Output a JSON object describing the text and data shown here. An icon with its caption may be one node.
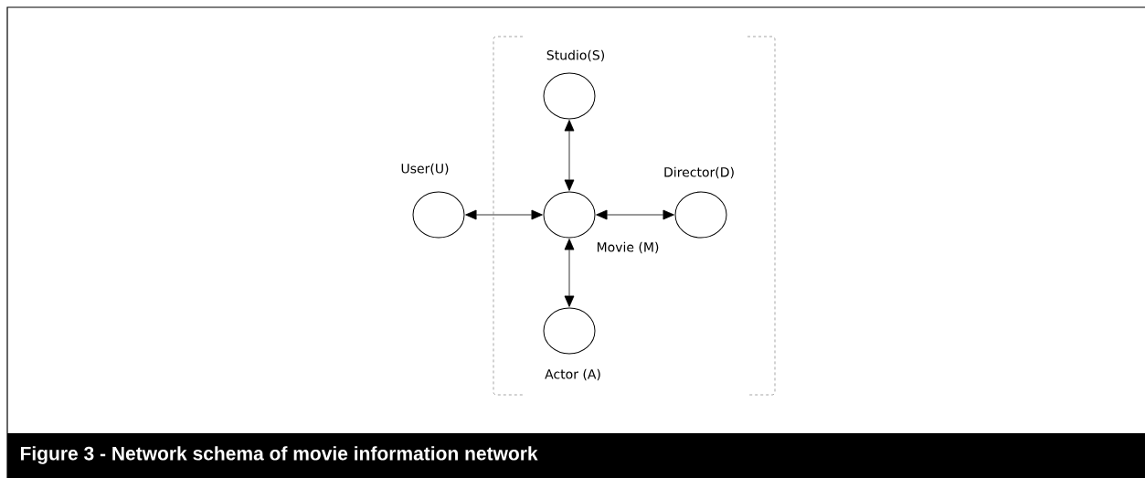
{
  "diagram": {
    "caption": "Figure 3 - Network schema of movie information network",
    "nodes": [
      {
        "text": [
          "Studio(S)"
        ]
      },
      {
        "text": [
          "User(U)"
        ]
      },
      {
        "text": [
          "Movie (M)"
        ]
      },
      {
        "text": [
          "Director(D)"
        ]
      },
      {
        "text": [
          "Actor (A)"
        ]
      }
    ],
    "edges": [
      {
        "from": 0,
        "to": 2,
        "arrow": "both"
      },
      {
        "from": 1,
        "to": 2,
        "arrow": "both"
      },
      {
        "from": 2,
        "to": 3,
        "arrow": "both"
      },
      {
        "from": 2,
        "to": 4,
        "arrow": "both"
      }
    ]
  }
}
